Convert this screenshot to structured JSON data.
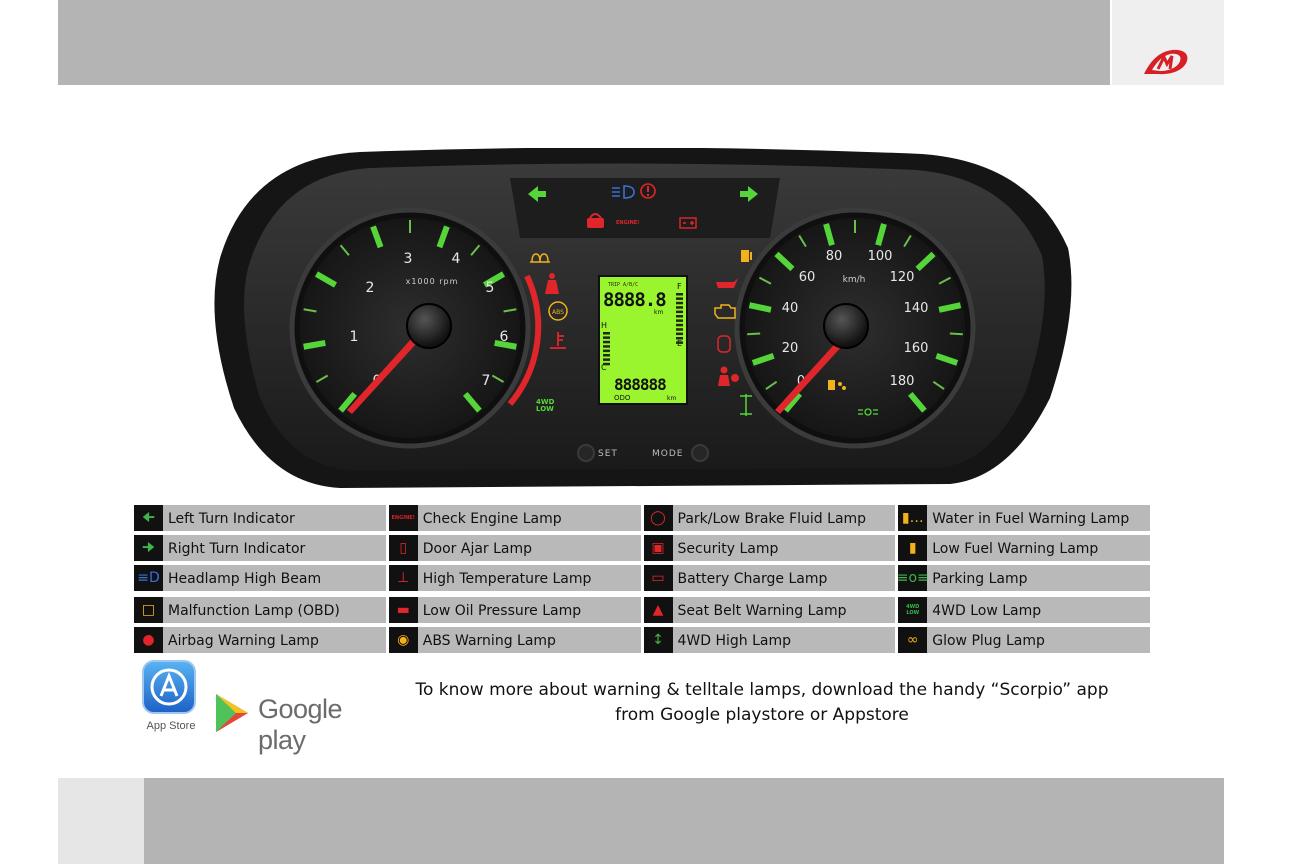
{
  "cluster": {
    "tach_numbers": [
      "0",
      "1",
      "2",
      "3",
      "4",
      "5",
      "6",
      "7"
    ],
    "tach_unit": "x1000 rpm",
    "speed_numbers": [
      "0",
      "20",
      "40",
      "60",
      "80",
      "100",
      "120",
      "140",
      "160",
      "180"
    ],
    "speed_unit": "km/h",
    "lcd_trip_label": "TRIP A/B/C",
    "lcd_trip_value": "8888.8",
    "lcd_trip_unit": "km",
    "lcd_odo_value": "888888",
    "lcd_odo_label": "ODO",
    "lcd_odo_unit": "km",
    "lcd_fuel_full": "F",
    "lcd_fuel_empty": "E",
    "lcd_temp_hot": "H",
    "lcd_temp_cold": "C",
    "engine_text": "ENGINE!",
    "fwd_low_line1": "4WD",
    "fwd_low_line2": "LOW",
    "set_label": "SET",
    "mode_label": "MODE"
  },
  "legend": [
    [
      {
        "label": "Left Turn Indicator",
        "icon": "left-arrow-icon",
        "color": "#3cb54a"
      },
      {
        "label": "Check Engine Lamp",
        "icon": "engine-text-icon",
        "color": "#e0262b"
      },
      {
        "label": "Park/Low Brake Fluid Lamp",
        "icon": "brake-icon",
        "color": "#e0262b"
      },
      {
        "label": "Water in Fuel Warning Lamp",
        "icon": "water-fuel-icon",
        "color": "#f2b21c"
      }
    ],
    [
      {
        "label": "Right Turn Indicator",
        "icon": "right-arrow-icon",
        "color": "#3cb54a"
      },
      {
        "label": "Door Ajar Lamp",
        "icon": "door-ajar-icon",
        "color": "#e0262b"
      },
      {
        "label": "Security Lamp",
        "icon": "security-lock-icon",
        "color": "#e0262b"
      },
      {
        "label": "Low Fuel Warning Lamp",
        "icon": "fuel-pump-icon",
        "color": "#f2b21c"
      }
    ],
    [
      {
        "label": "Headlamp High Beam",
        "icon": "high-beam-icon",
        "color": "#3a6fd8"
      },
      {
        "label": "High Temperature Lamp",
        "icon": "temperature-icon",
        "color": "#e0262b"
      },
      {
        "label": "Battery Charge Lamp",
        "icon": "battery-icon",
        "color": "#e0262b"
      },
      {
        "label": "Parking Lamp",
        "icon": "parking-lamp-icon",
        "color": "#3cb54a"
      }
    ],
    [
      {
        "label": "Malfunction Lamp (OBD)",
        "icon": "engine-outline-icon",
        "color": "#f2b21c"
      },
      {
        "label": "Low Oil Pressure Lamp",
        "icon": "oil-can-icon",
        "color": "#e0262b"
      },
      {
        "label": "Seat Belt Warning Lamp",
        "icon": "seat-belt-icon",
        "color": "#e0262b"
      },
      {
        "label": "4WD Low Lamp",
        "icon": "4wd-low-icon",
        "color": "#3cb54a"
      }
    ],
    [
      {
        "label": "Airbag Warning Lamp",
        "icon": "airbag-icon",
        "color": "#e0262b"
      },
      {
        "label": "ABS Warning Lamp",
        "icon": "abs-icon",
        "color": "#f2b21c"
      },
      {
        "label": "4WD High Lamp",
        "icon": "4wd-high-icon",
        "color": "#3cb54a"
      },
      {
        "label": "Glow Plug Lamp",
        "icon": "glow-plug-icon",
        "color": "#f2b21c"
      }
    ]
  ],
  "legend_small_text": {
    "engine": "ENGINE!",
    "fwd_line1": "4WD",
    "fwd_line2": "LOW"
  },
  "apps": {
    "appstore_label": "App Store",
    "googleplay_label": "Google play"
  },
  "info": {
    "line1": "To know more about warning & telltale lamps, download the handy “Scorpio” app",
    "line2": "from Google playstore or Appstore"
  },
  "colors": {
    "header": "#b4b4b4",
    "logo_red": "#d71f26",
    "needle": "#e0262b",
    "tick_green": "#55d53a",
    "lcd_green": "#9bf52e"
  }
}
